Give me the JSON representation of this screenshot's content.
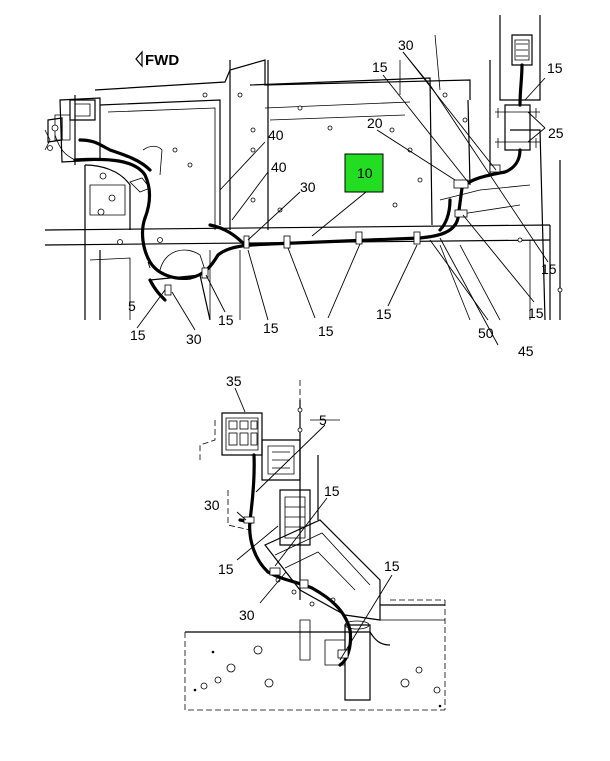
{
  "header": {
    "direction_label": "FWD"
  },
  "highlight": {
    "label": "10",
    "color": "#22dd22"
  },
  "upper_view": {
    "callouts": [
      "30",
      "15",
      "15",
      "20",
      "25",
      "40",
      "40",
      "30",
      "15",
      "5",
      "15",
      "30",
      "15",
      "15",
      "15",
      "15",
      "50",
      "45",
      "15"
    ]
  },
  "lower_view": {
    "callouts": [
      "35",
      "5",
      "30",
      "15",
      "15",
      "30",
      "15"
    ]
  }
}
